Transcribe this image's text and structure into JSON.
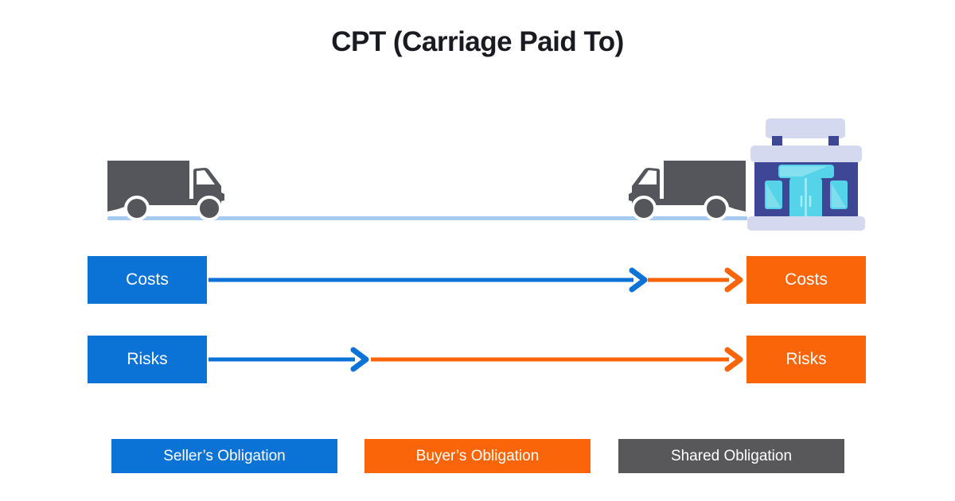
{
  "title": "CPT (Carriage Paid To)",
  "colors": {
    "seller_blue": "#0b72d6",
    "buyer_orange": "#f96508",
    "shared_gray": "#58585a",
    "road_blue": "#a7cbf0",
    "truck_gray": "#54565b",
    "building_navy": "#3d4795",
    "building_cyan": "#55d3e8",
    "building_lavender": "#d5d9f0",
    "title_color": "#1a1a21"
  },
  "scene": {
    "origin_icon": "truck-icon",
    "destination_icon": "truck-icon",
    "destination_building_icon": "storefront-icon"
  },
  "rows": [
    {
      "name": "costs",
      "seller_label": "Costs",
      "buyer_label": "Costs",
      "seller_portion_fraction": 0.81,
      "buyer_portion_fraction": 0.19
    },
    {
      "name": "risks",
      "seller_label": "Risks",
      "buyer_label": "Risks",
      "seller_portion_fraction": 0.29,
      "buyer_portion_fraction": 0.71
    }
  ],
  "legend": {
    "items": [
      {
        "label": "Seller’s Obligation",
        "color_key": "seller_blue"
      },
      {
        "label": "Buyer’s Obligation",
        "color_key": "buyer_orange"
      },
      {
        "label": "Shared Obligation",
        "color_key": "shared_gray"
      }
    ]
  }
}
